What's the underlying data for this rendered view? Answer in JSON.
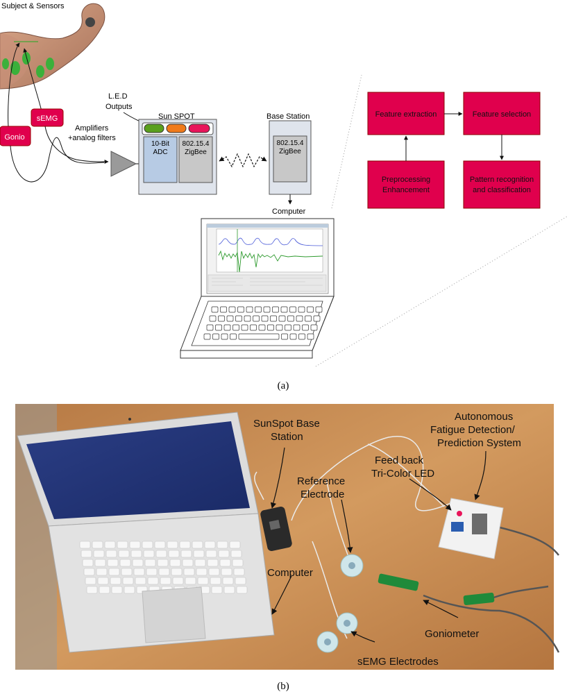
{
  "panel_a": {
    "subject_label": "Subject & Sensors",
    "led_label_1": "L.E.D",
    "led_label_2": "Outputs",
    "sunspot_title": "Sun SPOT",
    "adc_1": "10-Bit",
    "adc_2": "ADC",
    "radio_1": "802.15.4",
    "radio_2": "ZigBee",
    "base_title": "Base Station",
    "base_radio_1": "802.15.4",
    "base_radio_2": "ZigBee",
    "amp_1": "Amplifiers",
    "amp_2": "+analog filters",
    "semg": "sEMG",
    "gonio": "Gonio",
    "computer": "Computer",
    "pipeline": {
      "feature_extraction": "Feature extraction",
      "feature_selection": "Feature selection",
      "preproc_1": "Preprocessing",
      "preproc_2": "Enhancement",
      "pattern_1": "Pattern recognition",
      "pattern_2": "and classification"
    },
    "caption": "(a)"
  },
  "panel_b": {
    "sunspot_base_1": "SunSpot Base",
    "sunspot_base_2": "Station",
    "autonomous_1": "Autonomous",
    "autonomous_2": "Fatigue Detection/",
    "autonomous_3": "Prediction System",
    "feedback_1": "Feed back",
    "feedback_2": "Tri-Color LED",
    "reference_1": "Reference",
    "reference_2": "Electrode",
    "computer": "Computer",
    "goniometer": "Goniometer",
    "semg_electrodes": "sEMG Electrodes",
    "caption": "(b)"
  },
  "colors": {
    "accent_red": "#e0004d",
    "led_green": "#5aa01e",
    "led_orange": "#f07a1a",
    "led_pink": "#e8145a",
    "adc_blue": "#b7cbe4",
    "gray_box": "#c8c8c8",
    "desk": "#c98f55"
  }
}
